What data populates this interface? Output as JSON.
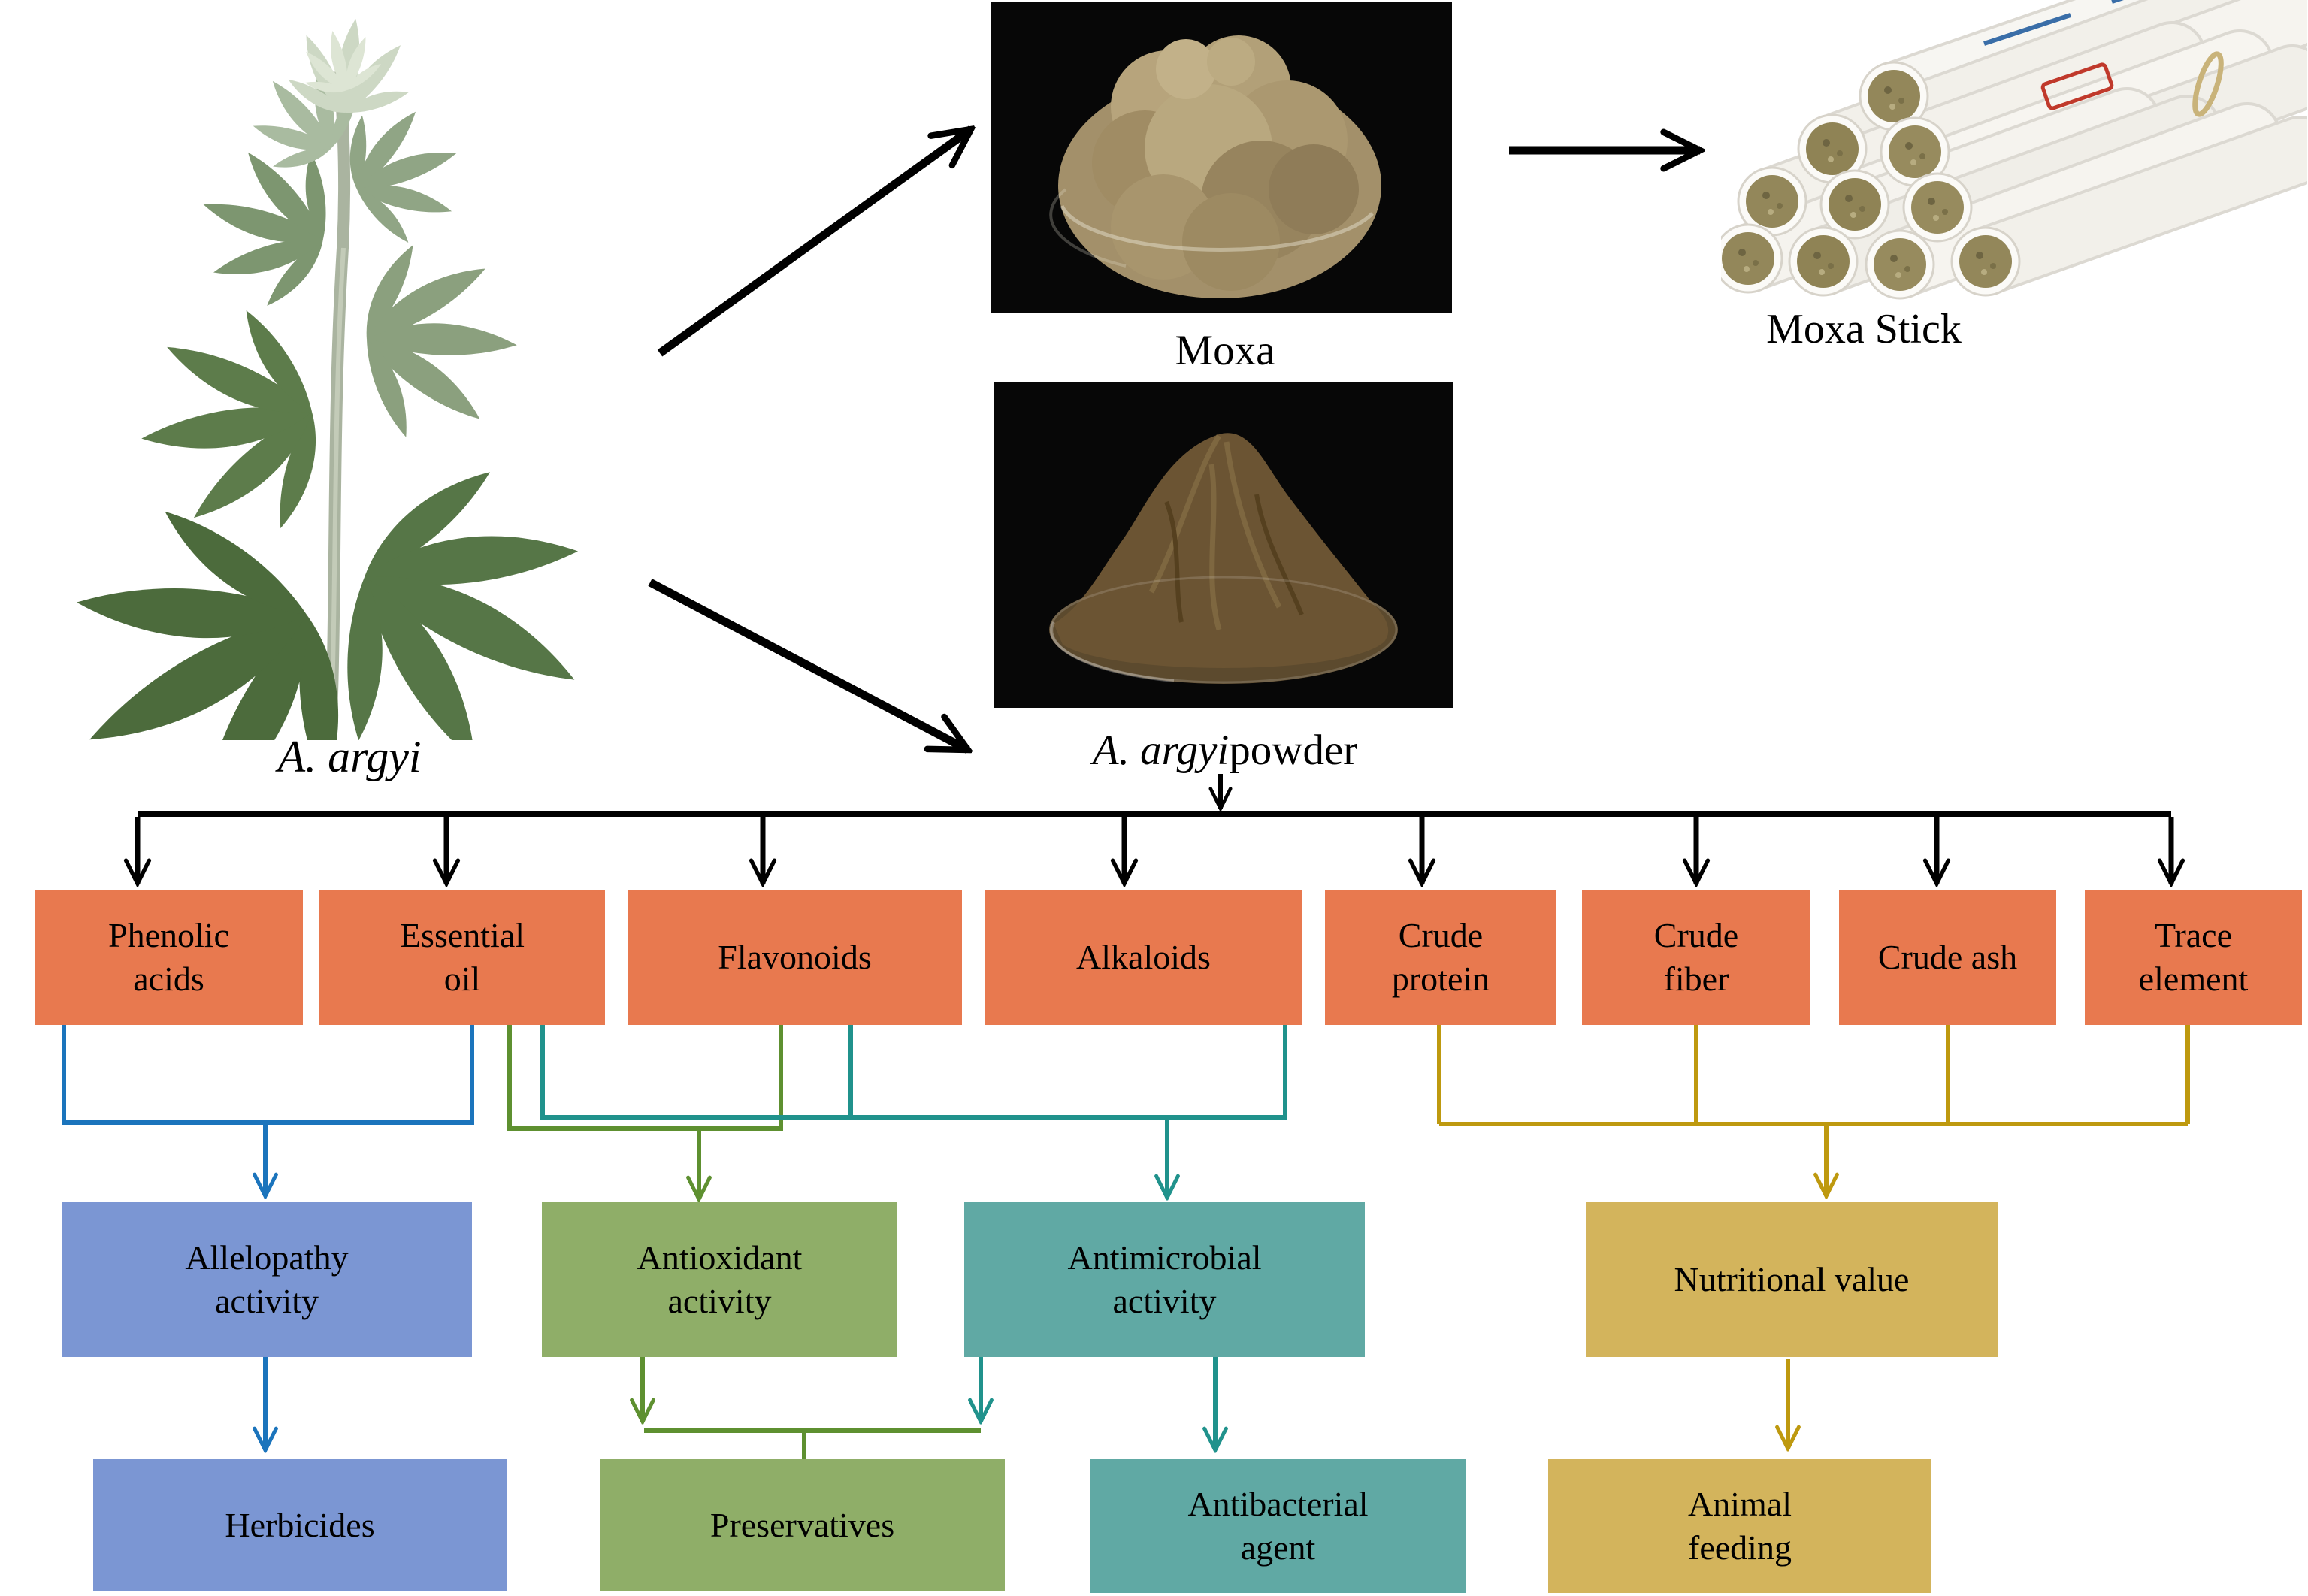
{
  "palette": {
    "component_box": "#E8794F",
    "blue_box": "#7B96D3",
    "blue_line": "#1B74BC",
    "green_box": "#8FAE68",
    "green_line": "#5E9030",
    "teal_box": "#60A9A4",
    "teal_line": "#20928C",
    "gold_box": "#D3B45C",
    "gold_line": "#BE990F",
    "arrow_black": "#000000"
  },
  "top": {
    "plant_label": "A. argyi",
    "moxa_label": "Moxa",
    "moxa_stick_label": "Moxa Stick",
    "powder_label_italic": "A. argyi",
    "powder_label_rest": " powder"
  },
  "components": [
    {
      "label": "Phenolic acids"
    },
    {
      "label": "Essential oil"
    },
    {
      "label": "Flavonoids"
    },
    {
      "label": "Alkaloids"
    },
    {
      "label": "Crude protein"
    },
    {
      "label": "Crude fiber"
    },
    {
      "label": "Crude ash"
    },
    {
      "label": "Trace element"
    }
  ],
  "activities": [
    {
      "label": "Allelopathy activity"
    },
    {
      "label": "Antioxidant activity"
    },
    {
      "label": "Antimicrobial activity"
    },
    {
      "label": "Nutritional value"
    }
  ],
  "applications": [
    {
      "label": "Herbicides"
    },
    {
      "label": "Preservatives"
    },
    {
      "label": "Antibacterial agent"
    },
    {
      "label": "Animal feeding"
    }
  ]
}
